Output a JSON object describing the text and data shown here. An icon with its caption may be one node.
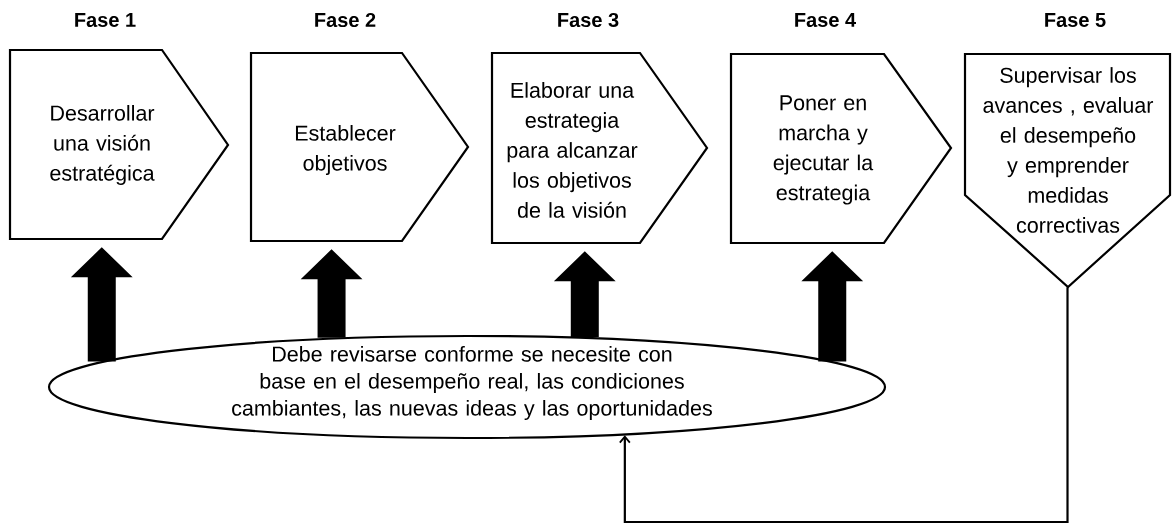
{
  "diagram": {
    "nodes": [
      {
        "text": [
          "Fase 1",
          "Desarrollar una visión estratégica"
        ]
      },
      {
        "text": [
          "Fase 2",
          "Establecer objetivos"
        ]
      },
      {
        "text": [
          "Fase 3",
          "Elaborar una estrategia para alcanzar los objetivos de la visión"
        ]
      },
      {
        "text": [
          "Fase 4",
          "Poner en marcha y ejecutar la estrategia"
        ]
      },
      {
        "text": [
          "Fase 5",
          "Supervisar los avances , evaluar el desempeño y emprender medidas correctivas"
        ]
      },
      {
        "text": [
          "Debe revisarse conforme se necesite con base en el desempeño real, las condiciones cambiantes, las nuevas ideas y las oportunidades"
        ]
      }
    ],
    "edges": [
      {
        "from": 5,
        "to": 0,
        "arrow": "to"
      },
      {
        "from": 5,
        "to": 1,
        "arrow": "to"
      },
      {
        "from": 5,
        "to": 2,
        "arrow": "to"
      },
      {
        "from": 5,
        "to": 3,
        "arrow": "to"
      },
      {
        "from": 4,
        "to": 5,
        "arrow": "to"
      }
    ]
  }
}
